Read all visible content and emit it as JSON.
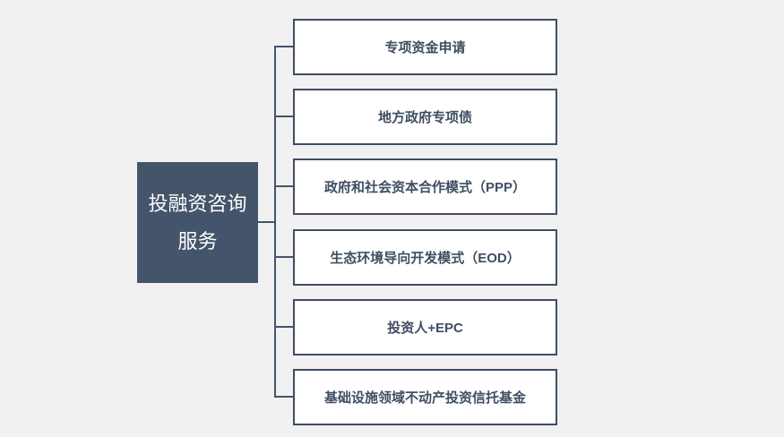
{
  "diagram": {
    "type": "hierarchy-tree",
    "root": {
      "label": "投融资咨询服务",
      "label_line1": "投融资咨询",
      "label_line2": "服务"
    },
    "children": [
      {
        "label": "专项资金申请"
      },
      {
        "label": "地方政府专项债"
      },
      {
        "label": "政府和社会资本合作模式（PPP）"
      },
      {
        "label": "生态环境导向开发模式（EOD）"
      },
      {
        "label": "投资人+EPC"
      },
      {
        "label": "基础设施领域不动产投资信托基金"
      }
    ],
    "colors": {
      "background": "#f1f1f2",
      "root_fill": "#44546A",
      "root_text": "#ffffff",
      "child_fill": "#ffffff",
      "child_border": "#3F4E63",
      "child_text": "#3F4E63",
      "connector": "#44546A"
    }
  }
}
